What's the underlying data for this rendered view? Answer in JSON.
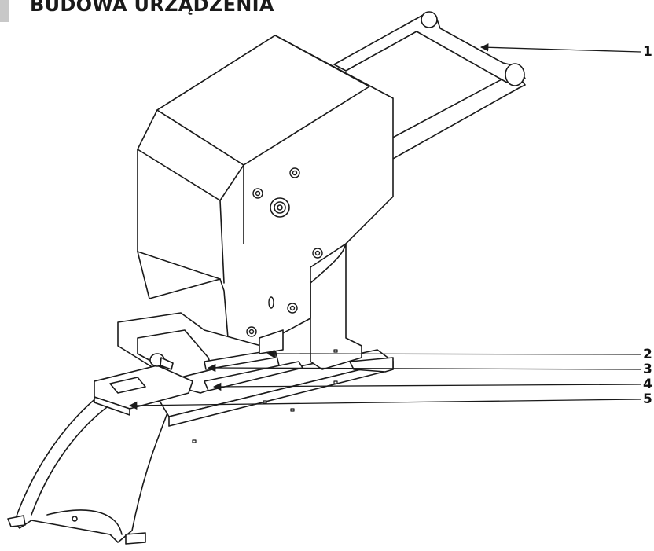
{
  "header": {
    "title": "BUDOWA URZĄDZENIA"
  },
  "callouts": [
    {
      "label": "1"
    },
    {
      "label": "2"
    },
    {
      "label": "3"
    },
    {
      "label": "4"
    },
    {
      "label": "5"
    }
  ],
  "colors": {
    "line": "#1a1a1a",
    "fill": "#ffffff",
    "accent": "#c8c8c8"
  },
  "icons": [
    "screw-icon",
    "pivot-bolt-icon",
    "knob-icon"
  ]
}
